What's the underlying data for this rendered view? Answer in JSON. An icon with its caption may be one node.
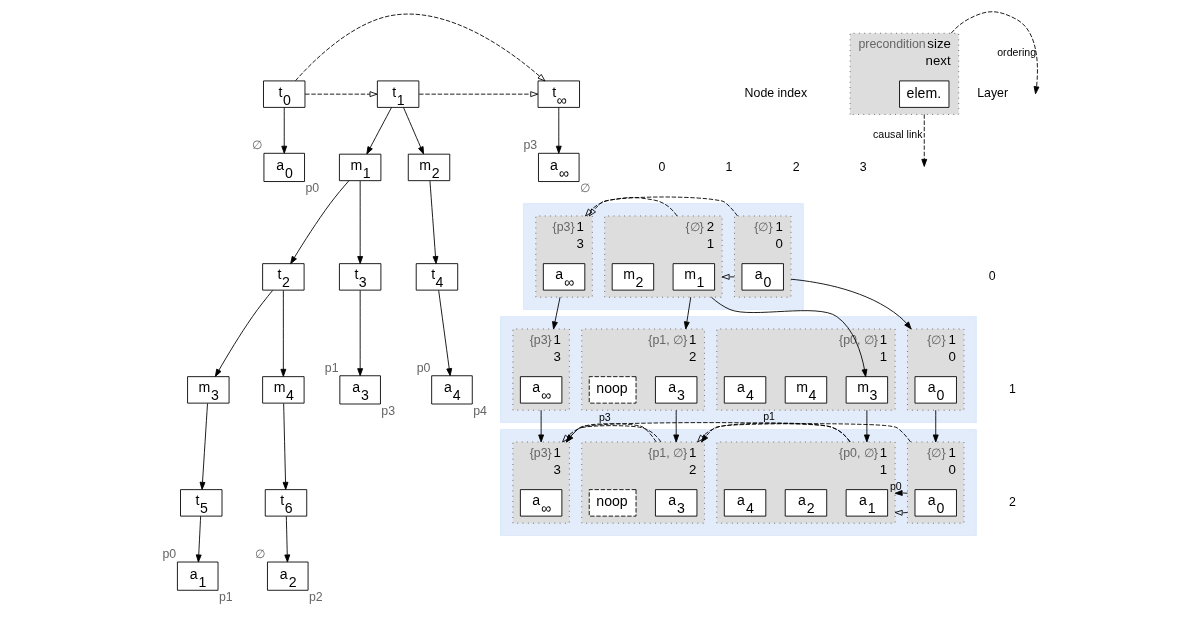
{
  "diagram": {
    "nodes": [
      {
        "text": [
          "t$_{0}$"
        ]
      },
      {
        "text": [
          "t$_{1}$"
        ]
      },
      {
        "text": [
          "t$_{∞}$"
        ]
      },
      {
        "text": [
          "a$_{0}$"
        ],
        "beside": [
          "∅",
          "p0"
        ]
      },
      {
        "text": [
          "m$_{1}$"
        ]
      },
      {
        "text": [
          "m$_{2}$"
        ]
      },
      {
        "text": [
          "a$_{∞}$"
        ],
        "beside": [
          "p3",
          "∅"
        ]
      },
      {
        "text": [
          "t$_{2}$"
        ]
      },
      {
        "text": [
          "t$_{3}$"
        ]
      },
      {
        "text": [
          "t$_{4}$"
        ]
      },
      {
        "text": [
          "m$_{3}$"
        ]
      },
      {
        "text": [
          "m$_{4}$"
        ]
      },
      {
        "text": [
          "a$_{3}$"
        ],
        "beside": [
          "p1",
          "p3"
        ]
      },
      {
        "text": [
          "a$_{4}$"
        ],
        "beside": [
          "p0",
          "p4"
        ]
      },
      {
        "text": [
          "t$_{5}$"
        ]
      },
      {
        "text": [
          "t$_{6}$"
        ]
      },
      {
        "text": [
          "a$_{1}$"
        ],
        "beside": [
          "p0",
          "p1"
        ]
      },
      {
        "text": [
          "a$_{2}$"
        ],
        "beside": [
          "∅",
          "p2"
        ]
      },
      {
        "text": [],
        "shape": "parallelogram"
      },
      {
        "text": [
          "1",
          "0"
        ],
        "beside": [
          "{∅}"
        ],
        "in": 18
      },
      {
        "text": [
          "a$_{0}$"
        ],
        "in": 19
      },
      {
        "text": [
          "2",
          "1"
        ],
        "beside": [
          "{∅}"
        ],
        "in": 18
      },
      {
        "text": [
          "m$_{1}$"
        ],
        "in": 21
      },
      {
        "text": [
          "m$_{2}$"
        ],
        "in": 21
      },
      {
        "text": [
          "1",
          "3"
        ],
        "beside": [
          "{p3}"
        ],
        "in": 18
      },
      {
        "text": [
          "a$_{∞}$"
        ],
        "in": 24
      },
      {
        "text": [],
        "shape": "parallelogram"
      },
      {
        "text": [
          "1",
          "0"
        ],
        "beside": [
          "{∅}"
        ],
        "in": 26
      },
      {
        "text": [
          "a$_{0}$"
        ],
        "in": 27
      },
      {
        "text": [
          "1",
          "1"
        ],
        "beside": [
          "{p0, ∅}"
        ],
        "in": 26
      },
      {
        "text": [
          "m$_{3}$"
        ],
        "in": 29
      },
      {
        "text": [
          "m$_{4}$"
        ],
        "in": 29
      },
      {
        "text": [
          "a$_{4}$"
        ],
        "in": 29
      },
      {
        "text": [
          "1",
          "2"
        ],
        "beside": [
          "{p1, ∅}"
        ],
        "in": 26
      },
      {
        "text": [
          "a$_{3}$"
        ],
        "in": 33
      },
      {
        "text": [
          "noop"
        ],
        "in": 33
      },
      {
        "text": [
          "1",
          "3"
        ],
        "beside": [
          "{p3}"
        ],
        "in": 26
      },
      {
        "text": [
          "a$_{∞}$"
        ],
        "in": 36
      },
      {
        "text": [],
        "shape": "parallelogram"
      },
      {
        "text": [
          "1",
          "0"
        ],
        "beside": [
          "{∅}"
        ],
        "in": 38
      },
      {
        "text": [
          "a$_{0}$"
        ],
        "in": 39
      },
      {
        "text": [
          "1",
          "1"
        ],
        "beside": [
          "{p0, ∅}"
        ],
        "in": 38
      },
      {
        "text": [
          "a$_{1}$"
        ],
        "in": 41
      },
      {
        "text": [
          "a$_{2}$"
        ],
        "in": 41
      },
      {
        "text": [
          "a$_{4}$"
        ],
        "in": 41
      },
      {
        "text": [
          "1",
          "2"
        ],
        "beside": [
          "{p1, ∅}"
        ],
        "in": 38
      },
      {
        "text": [
          "a$_{3}$"
        ],
        "in": 45
      },
      {
        "text": [
          "noop"
        ],
        "in": 45
      },
      {
        "text": [
          "1",
          "3"
        ],
        "beside": [
          "{p3}"
        ],
        "in": 38
      },
      {
        "text": [
          "a$_{∞}$"
        ],
        "in": 48
      },
      {
        "text": [
          "size",
          "next"
        ],
        "beside": [
          "precondition"
        ]
      },
      {
        "text": [
          "elem."
        ],
        "in": 50
      }
    ],
    "edges": [
      {
        "from": 0,
        "to": 1,
        "arrow": "to",
        "style": "dashed"
      },
      {
        "from": 0,
        "to": 2,
        "arrow": "to",
        "style": "dashed"
      },
      {
        "from": 1,
        "to": 2,
        "arrow": "to",
        "style": "dashed"
      },
      {
        "from": 0,
        "to": 3,
        "arrow": "to"
      },
      {
        "from": 1,
        "to": 4,
        "arrow": "to"
      },
      {
        "from": 1,
        "to": 5,
        "arrow": "to"
      },
      {
        "from": 2,
        "to": 6,
        "arrow": "to"
      },
      {
        "from": 4,
        "to": 7,
        "arrow": "to"
      },
      {
        "from": 4,
        "to": 8,
        "arrow": "to"
      },
      {
        "from": 5,
        "to": 9,
        "arrow": "to"
      },
      {
        "from": 7,
        "to": 10,
        "arrow": "to"
      },
      {
        "from": 7,
        "to": 11,
        "arrow": "to"
      },
      {
        "from": 8,
        "to": 12,
        "arrow": "to"
      },
      {
        "from": 9,
        "to": 13,
        "arrow": "to"
      },
      {
        "from": 10,
        "to": 14,
        "arrow": "to"
      },
      {
        "from": 11,
        "to": 15,
        "arrow": "to"
      },
      {
        "from": 14,
        "to": 16,
        "arrow": "to"
      },
      {
        "from": 15,
        "to": 17,
        "arrow": "to"
      },
      {
        "from": 19,
        "to": 21,
        "arrow": "to",
        "style": "dashed"
      },
      {
        "from": 19,
        "to": 24,
        "arrow": "to",
        "style": "dashed"
      },
      {
        "from": 21,
        "to": 24,
        "arrow": "to",
        "style": "dashed"
      },
      {
        "from": 19,
        "to": 27,
        "arrow": "to"
      },
      {
        "from": 21,
        "to": 30,
        "arrow": "to"
      },
      {
        "from": 21,
        "to": 33,
        "arrow": "to"
      },
      {
        "from": 24,
        "to": 36,
        "arrow": "to"
      },
      {
        "from": 27,
        "to": 39,
        "arrow": "to"
      },
      {
        "from": 29,
        "to": 41,
        "arrow": "to"
      },
      {
        "from": 33,
        "to": 45,
        "arrow": "to"
      },
      {
        "from": 36,
        "to": 48,
        "arrow": "to"
      },
      {
        "from": 39,
        "to": 41,
        "arrow": "to",
        "style": "dashed"
      },
      {
        "from": 39,
        "to": 45,
        "arrow": "to",
        "style": "dashed"
      },
      {
        "from": 41,
        "to": 48,
        "arrow": "to",
        "style": "dashed"
      },
      {
        "from": 45,
        "to": 48,
        "arrow": "to",
        "style": "dashed"
      },
      {
        "from": 39,
        "to": 41,
        "arrow": "to",
        "style": "dashed",
        "label": "p0"
      },
      {
        "from": 41,
        "to": 45,
        "arrow": "to",
        "style": "dashed",
        "label": "p1"
      },
      {
        "from": 45,
        "to": 48,
        "arrow": "to",
        "style": "dashed",
        "label": "p3"
      },
      {
        "from": 50,
        "to": null,
        "arrow": "to",
        "style": "dashed",
        "label": "ordering"
      },
      {
        "from": 50,
        "to": null,
        "arrow": "to",
        "style": "dashed",
        "label": "causal link"
      }
    ],
    "labels": [
      "Node index",
      "0",
      "1",
      "2",
      "3",
      "Layer",
      "0",
      "1",
      "2"
    ]
  }
}
